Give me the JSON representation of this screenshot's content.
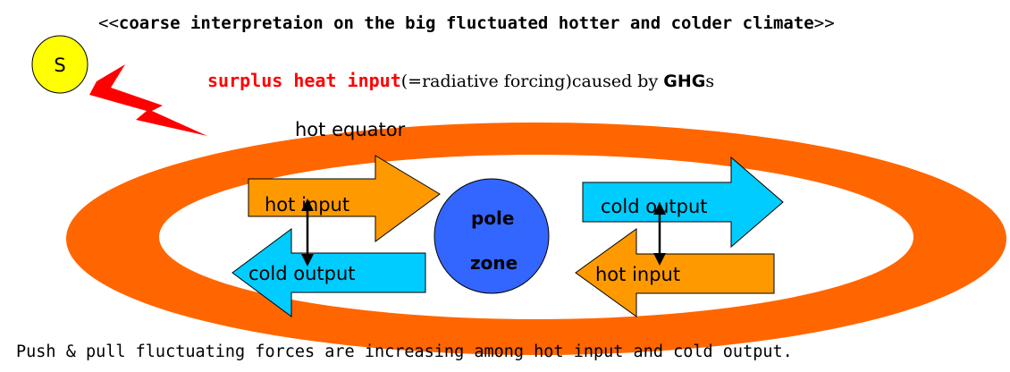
{
  "title": {
    "open": "<<",
    "text": "coarse interpretaion on the big fluctuated hotter and colder climate",
    "close": ">>"
  },
  "subtitle": {
    "red": "surplus heat input",
    "rest": "(=radiative forcing)caused by ",
    "bold": "GHG",
    "tail": "s"
  },
  "sun_label": "S",
  "ring_label": "hot equator",
  "pole_line1": "pole",
  "pole_line2": "zone",
  "left_top_arrow": "hot input",
  "left_bottom_arrow": "cold output",
  "right_top_arrow": "cold output",
  "right_bottom_arrow": "hot input",
  "footer": "Push & pull fluctuating forces are increasing among hot input and cold output.",
  "colors": {
    "ring": "#ff6600",
    "hot_arrow": "#ff9900",
    "cold_arrow": "#00ccff",
    "pole": "#3366ff",
    "sun": "#ffff00",
    "bolt": "#ff0000"
  }
}
